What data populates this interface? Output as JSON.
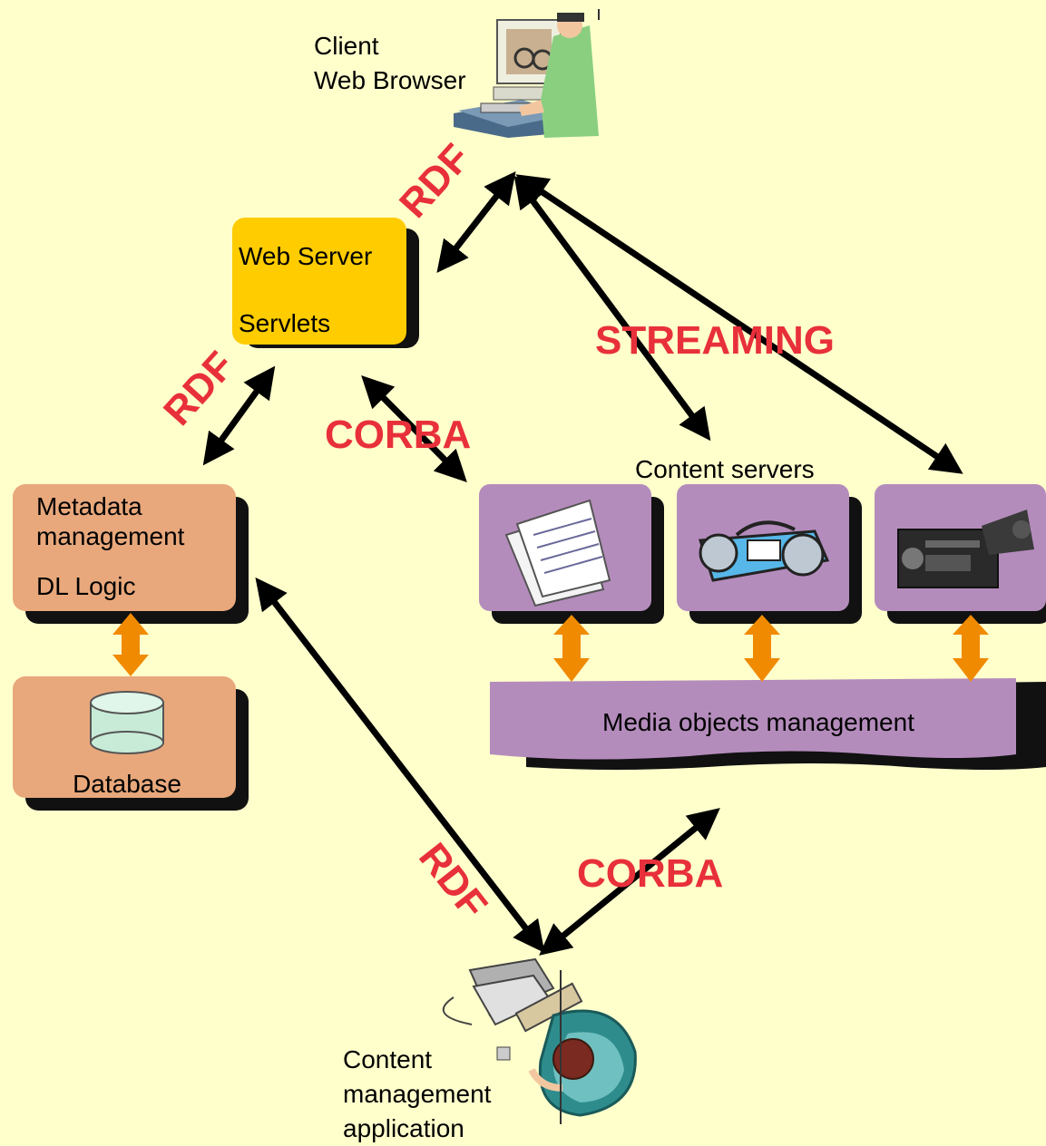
{
  "client": {
    "line1": "Client",
    "line2": "Web Browser"
  },
  "web_server": {
    "line1": "Web Server",
    "line2": "Servlets"
  },
  "metadata": {
    "line1": "Metadata",
    "line2": "management",
    "line3": "DL Logic"
  },
  "database": {
    "label": "Database"
  },
  "content_servers": {
    "label": "Content servers"
  },
  "media_objects": {
    "label": "Media objects management"
  },
  "content_app": {
    "line1": "Content",
    "line2": "management",
    "line3": "application"
  },
  "protocols": {
    "rdf_top": "RDF",
    "rdf_left": "RDF",
    "rdf_bottom": "RDF",
    "corba_middle": "CORBA",
    "corba_bottom": "CORBA",
    "streaming": "STREAMING"
  },
  "colors": {
    "background": "#FFFFCC",
    "web_server_box": "#FFCC00",
    "metadata_box": "#E8A87C",
    "content_box": "#B48CBC",
    "shadow": "#111111",
    "protocol_text": "#E8303A",
    "small_arrows": "#F08A00"
  },
  "icons": [
    "computer-user-icon",
    "document-icon",
    "boombox-icon",
    "camcorder-icon",
    "database-cylinder-icon",
    "office-worker-icon"
  ]
}
